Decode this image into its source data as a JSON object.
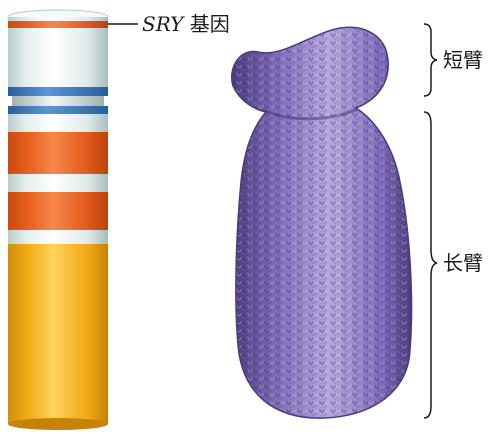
{
  "gene_label": {
    "name": "SRY",
    "suffix": " 基因"
  },
  "short_arm_label": "短臂",
  "long_arm_label": "长臂",
  "colors": {
    "band_orange": "#e8601c",
    "band_blue": "#3a78c2",
    "band_light": "#d7e6e6",
    "yellow_region": "#f2b21c",
    "chromosome_purple": "#7f6bb8"
  },
  "icons": {
    "short_arm_brace": "right-curly-brace",
    "long_arm_brace": "right-curly-brace"
  }
}
